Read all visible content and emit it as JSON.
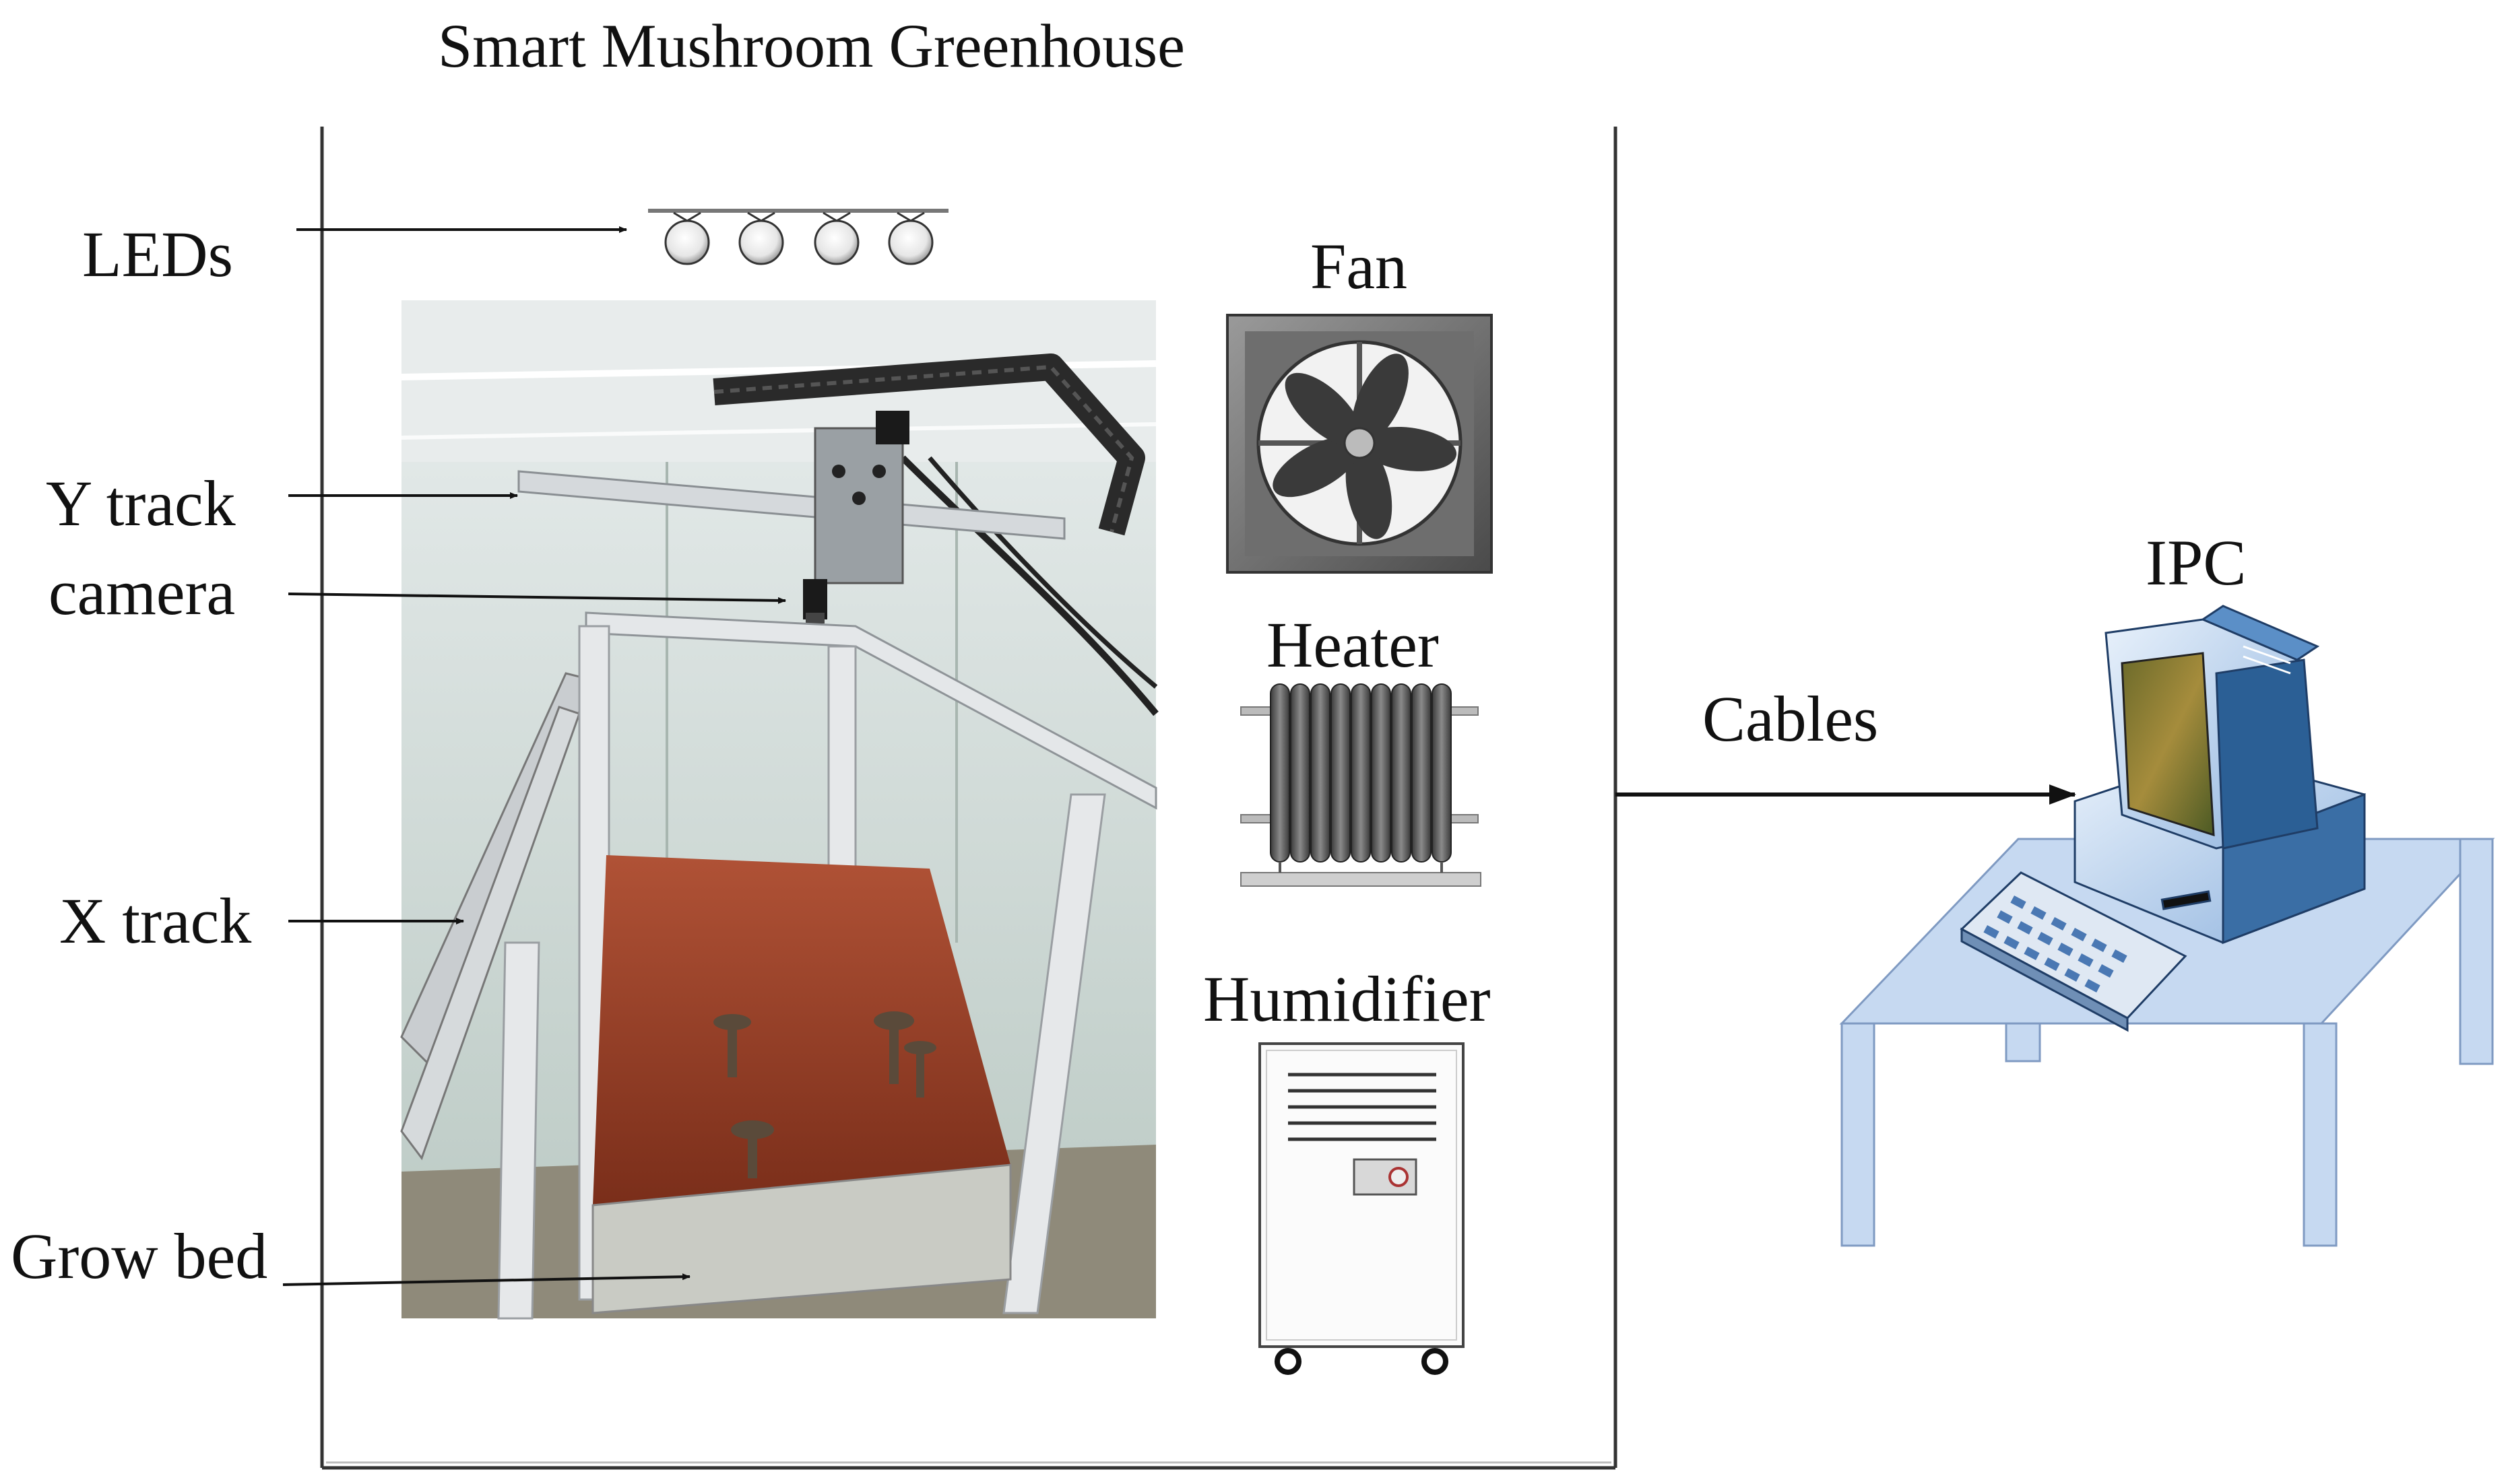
{
  "title": "Smart Mushroom Greenhouse",
  "labels": {
    "leds": "LEDs",
    "y_track": "Y track",
    "camera": "camera",
    "x_track": "X track",
    "grow_bed": "Grow bed",
    "fan": "Fan",
    "heater": "Heater",
    "humidifier": "Humidifier",
    "ipc": "IPC",
    "cables": "Cables"
  },
  "colors": {
    "frame": "#333333",
    "table": "#c6d9f1",
    "table_edge": "#7f9ac2",
    "pc_body": "#b8d0ee",
    "pc_dark": "#1f4e79",
    "soil": "#8a3a22",
    "wall": "#c9d6cf",
    "metal": "#d9dde0"
  },
  "icons": [
    "led-icon",
    "fan-icon",
    "heater-icon",
    "humidifier-icon",
    "computer-icon",
    "table-icon",
    "keyboard-icon"
  ]
}
